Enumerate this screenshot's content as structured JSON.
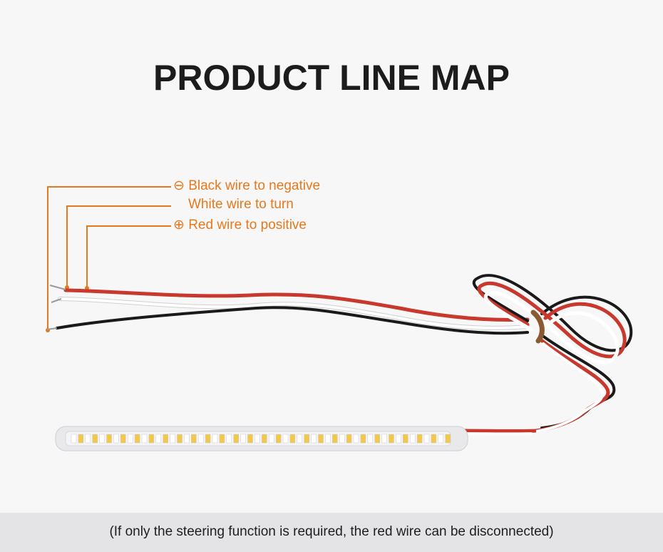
{
  "header": {
    "title": "PRODUCT LINE MAP"
  },
  "callouts": [
    {
      "symbol": "⊖",
      "text": "Black wire to negative"
    },
    {
      "symbol": "",
      "text": "White wire to turn"
    },
    {
      "symbol": "⊕",
      "text": "Red wire to positive"
    }
  ],
  "footer": {
    "note": "(If only the steering function is required, the red wire can be disconnected)"
  },
  "colors": {
    "accent": "#e8781c",
    "wire_red": "#c8382c",
    "wire_black": "#1a1a1a",
    "wire_white": "#ffffff",
    "led_warm": "#f2c84a"
  },
  "icons": [
    "minus-circle-icon",
    "plus-circle-icon"
  ]
}
